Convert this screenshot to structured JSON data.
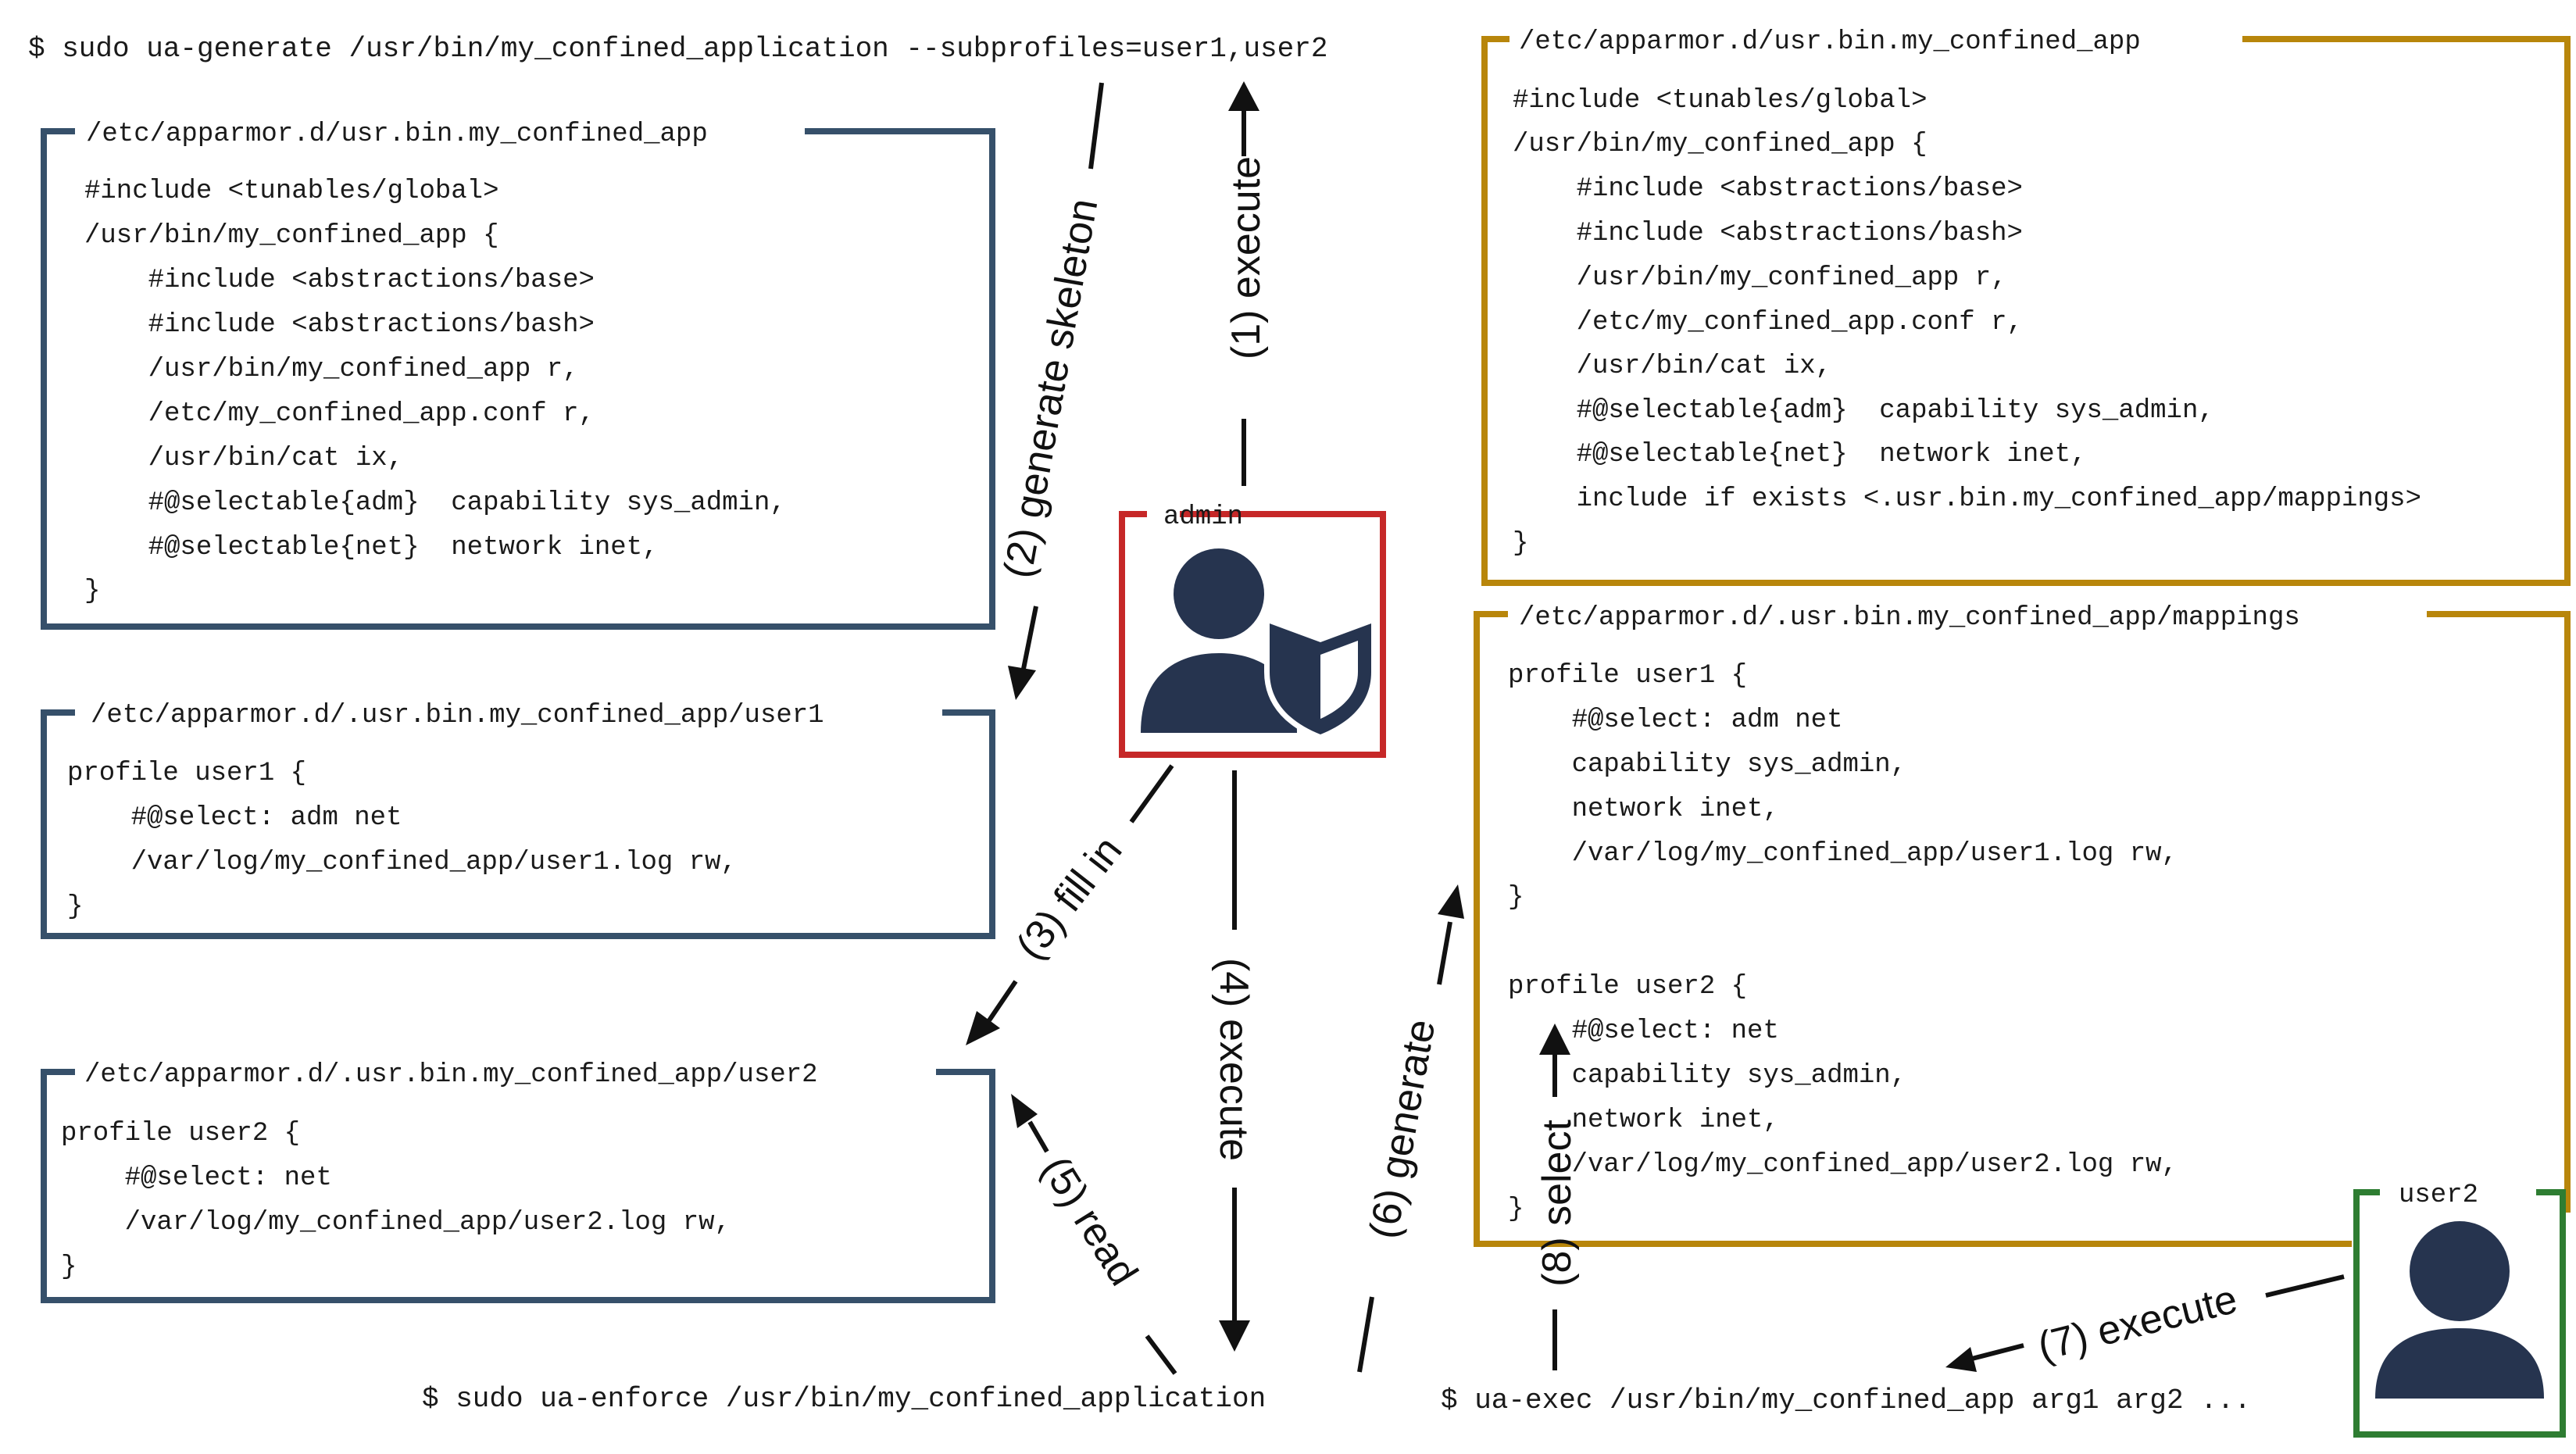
{
  "commands": {
    "generate": "$ sudo ua-generate /usr/bin/my_confined_application --subprofiles=user1,user2",
    "enforce": "$ sudo ua-enforce /usr/bin/my_confined_application",
    "exec": "$ ua-exec /usr/bin/my_confined_app arg1 arg2 ..."
  },
  "boxes": {
    "skeleton": {
      "title": "/etc/apparmor.d/usr.bin.my_confined_app",
      "lines": [
        "#include <tunables/global>",
        "/usr/bin/my_confined_app {",
        "    #include <abstractions/base>",
        "    #include <abstractions/bash>",
        "    /usr/bin/my_confined_app r,",
        "    /etc/my_confined_app.conf r,",
        "    /usr/bin/cat ix,",
        "    #@selectable{adm}  capability sys_admin,",
        "    #@selectable{net}  network inet,",
        "}"
      ]
    },
    "user1": {
      "title": "/etc/apparmor.d/.usr.bin.my_confined_app/user1",
      "lines": [
        "profile user1 {",
        "    #@select: adm net",
        "    /var/log/my_confined_app/user1.log rw,",
        "}"
      ]
    },
    "user2": {
      "title": "/etc/apparmor.d/.usr.bin.my_confined_app/user2",
      "lines": [
        "profile user2 {",
        "    #@select: net",
        "    /var/log/my_confined_app/user2.log rw,",
        "}"
      ]
    },
    "enforced": {
      "title": "/etc/apparmor.d/usr.bin.my_confined_app",
      "lines": [
        "#include <tunables/global>",
        "/usr/bin/my_confined_app {",
        "    #include <abstractions/base>",
        "    #include <abstractions/bash>",
        "    /usr/bin/my_confined_app r,",
        "    /etc/my_confined_app.conf r,",
        "    /usr/bin/cat ix,",
        "    #@selectable{adm}  capability sys_admin,",
        "    #@selectable{net}  network inet,",
        "    include if exists <.usr.bin.my_confined_app/mappings>",
        "}"
      ]
    },
    "mappings": {
      "title": "/etc/apparmor.d/.usr.bin.my_confined_app/mappings",
      "lines": [
        "profile user1 {",
        "    #@select: adm net",
        "    capability sys_admin,",
        "    network inet,",
        "    /var/log/my_confined_app/user1.log rw,",
        "}",
        "",
        "profile user2 {",
        "    #@select: net",
        "    capability sys_admin,",
        "    network inet,",
        "    /var/log/my_confined_app/user2.log rw,",
        "}"
      ]
    }
  },
  "actors": {
    "admin": {
      "label": "admin",
      "color": "#c62828",
      "icon": "admin-shield-icon"
    },
    "user2": {
      "label": "user2",
      "color": "#2e7d32",
      "icon": "user-icon"
    }
  },
  "steps": {
    "s1": "(1) execute",
    "s2": "(2) generate skeleton",
    "s3": "(3) fill in",
    "s4": "(4) execute",
    "s5": "(5) read",
    "s6": "(6) generate",
    "s7": "(7) execute",
    "s8": "(8) select"
  },
  "colors": {
    "skeleton_box": "#36506a",
    "generated_box": "#b8860b",
    "icon_fill": "#26344f"
  }
}
